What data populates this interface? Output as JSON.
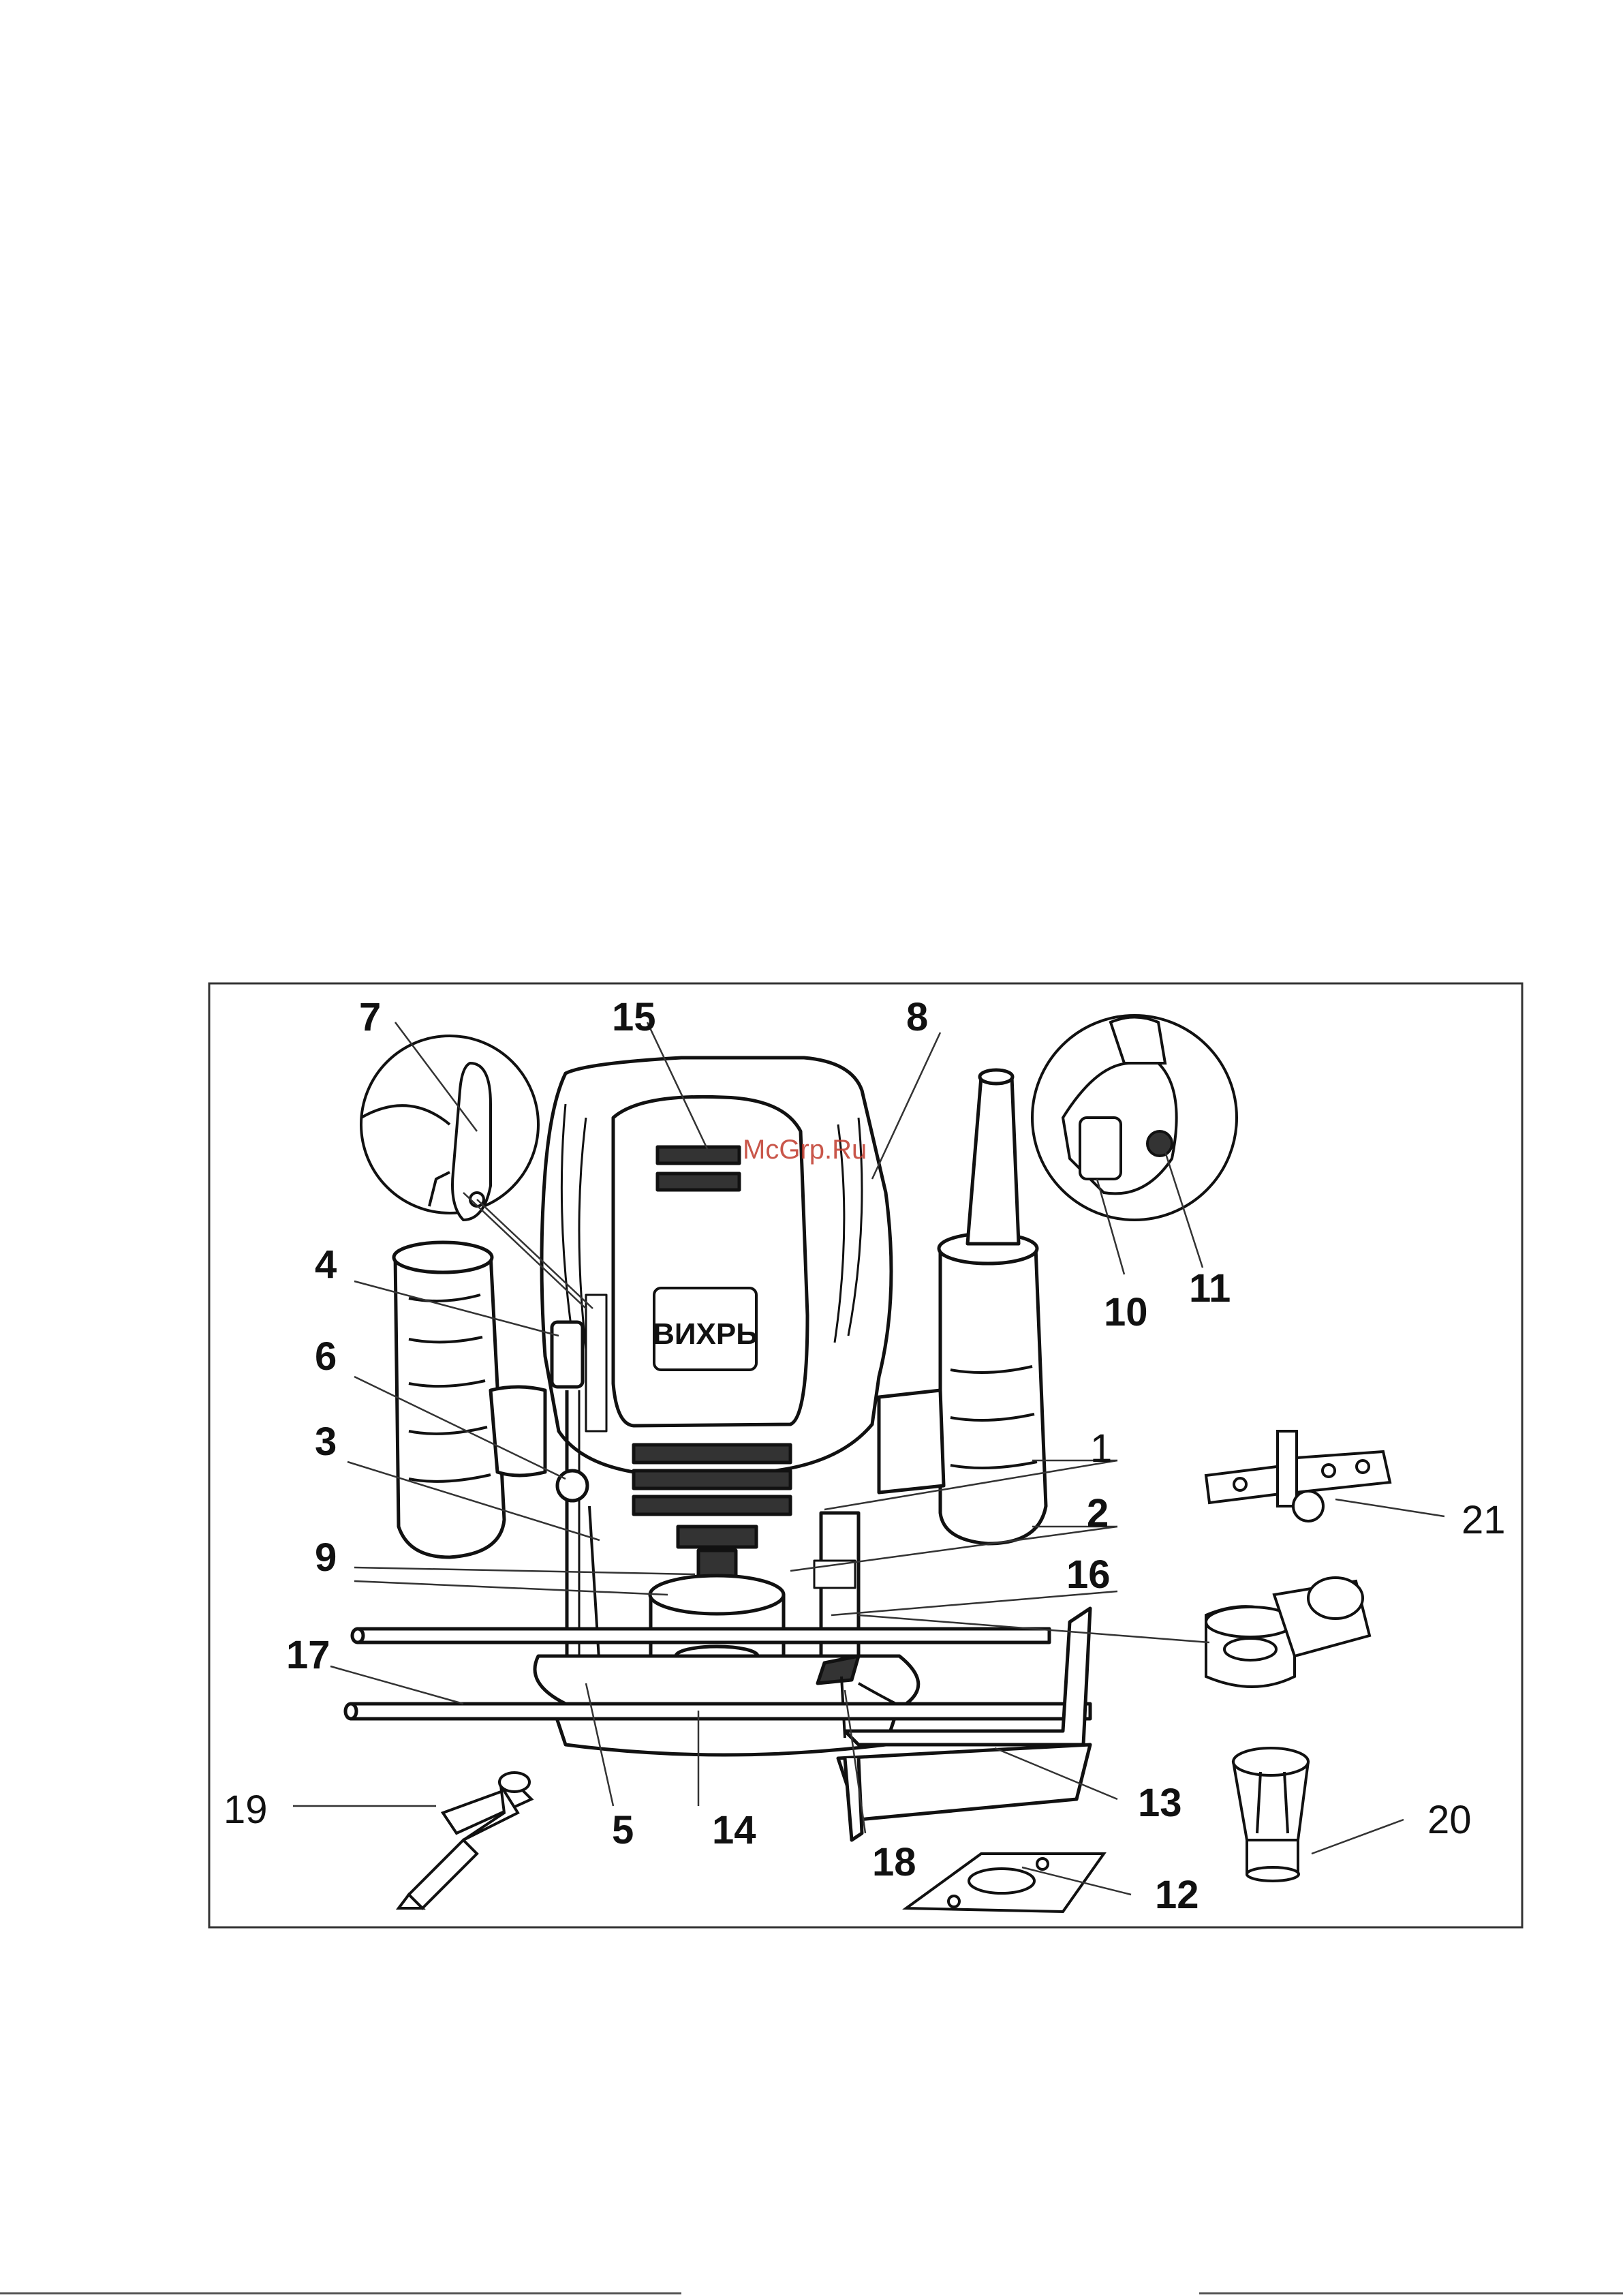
{
  "diagram": {
    "brand_label": "ВИХРЬ",
    "watermark": "McGrp.Ru",
    "callouts": [
      {
        "id": "1",
        "label": "1",
        "bold": false
      },
      {
        "id": "2",
        "label": "2",
        "bold": false
      },
      {
        "id": "3",
        "label": "3",
        "bold": true
      },
      {
        "id": "4",
        "label": "4",
        "bold": true
      },
      {
        "id": "5",
        "label": "5",
        "bold": true
      },
      {
        "id": "6",
        "label": "6",
        "bold": true
      },
      {
        "id": "7",
        "label": "7",
        "bold": true
      },
      {
        "id": "8",
        "label": "8",
        "bold": true
      },
      {
        "id": "9",
        "label": "9",
        "bold": true
      },
      {
        "id": "10",
        "label": "10",
        "bold": true
      },
      {
        "id": "11",
        "label": "11",
        "bold": true
      },
      {
        "id": "12",
        "label": "12",
        "bold": true
      },
      {
        "id": "13",
        "label": "13",
        "bold": true
      },
      {
        "id": "14",
        "label": "14",
        "bold": true
      },
      {
        "id": "15",
        "label": "15",
        "bold": true
      },
      {
        "id": "16",
        "label": "16",
        "bold": true
      },
      {
        "id": "17",
        "label": "17",
        "bold": true
      },
      {
        "id": "18",
        "label": "18",
        "bold": true
      },
      {
        "id": "19",
        "label": "19",
        "bold": false
      },
      {
        "id": "20",
        "label": "20",
        "bold": false
      },
      {
        "id": "21",
        "label": "21",
        "bold": false
      }
    ]
  }
}
